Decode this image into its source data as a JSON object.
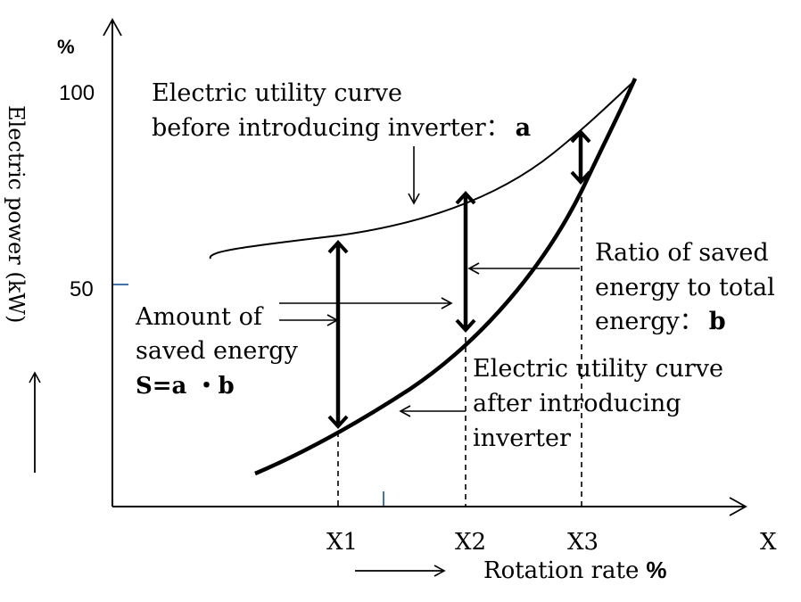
{
  "axes": {
    "y_unit": "%",
    "y_tick_100": "100",
    "y_tick_50": "50",
    "y_label": "Electric power (kW)",
    "x_tick_x1": "X1",
    "x_tick_x2": "X2",
    "x_tick_x3": "X3",
    "x_end_label": "X",
    "x_label_text": "Rotation rate",
    "x_label_unit": "%"
  },
  "curve_a_label": {
    "line1": "Electric utility curve",
    "line2_text": "before  introducing inverter：",
    "line2_var": "a"
  },
  "curve_b_label": {
    "line1": "Electric utility curve",
    "line2": "after  introducing",
    "line3": "inverter"
  },
  "ratio_label": {
    "line1": "Ratio of saved",
    "line2": "energy to total",
    "line3_text": "energy：",
    "line3_var": "b"
  },
  "saved_label": {
    "line1": "Amount of",
    "line2": "saved energy",
    "formula": "S=a ・b"
  },
  "colors": {
    "ink": "#000000",
    "tick_accent": "#3b73b9",
    "background": "#ffffff"
  }
}
